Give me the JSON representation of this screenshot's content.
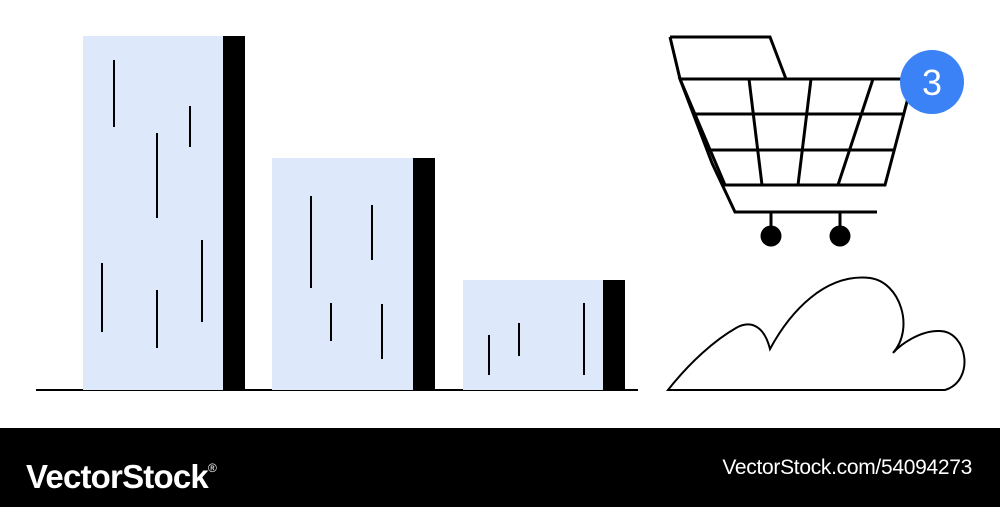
{
  "illustration": {
    "cart_badge_count": "3",
    "colors": {
      "building_fill": "#dde8fa",
      "building_edge": "#000000",
      "badge_fill": "#3b82f6",
      "badge_text": "#ffffff",
      "stroke": "#000000"
    },
    "icons": [
      "building-icon",
      "shopping-cart-icon",
      "cloud-icon"
    ]
  },
  "footer": {
    "brand": "VectorStock",
    "brand_suffix": "®",
    "image_ref": "VectorStock.com/54094273",
    "background": "#000000",
    "text_color": "#ffffff"
  }
}
